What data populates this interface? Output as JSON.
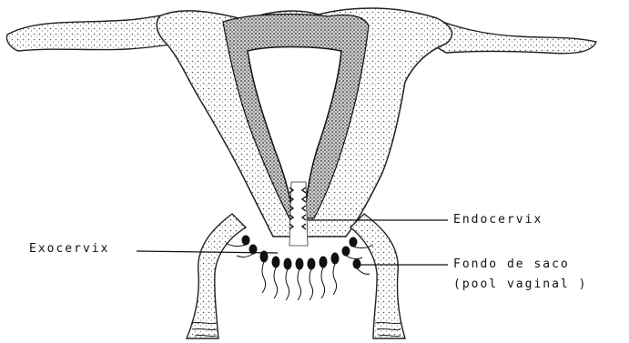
{
  "labels": {
    "endocervix": "Endocervix",
    "exocervix": "Exocervix",
    "fondo_de_saco": "Fondo de saco",
    "pool_vaginal": "(pool vaginal )"
  },
  "colors": {
    "ink": "#111111",
    "tissue_light": "#e9e9e9",
    "tissue_dark": "#1a1a1a",
    "background": "#ffffff"
  }
}
